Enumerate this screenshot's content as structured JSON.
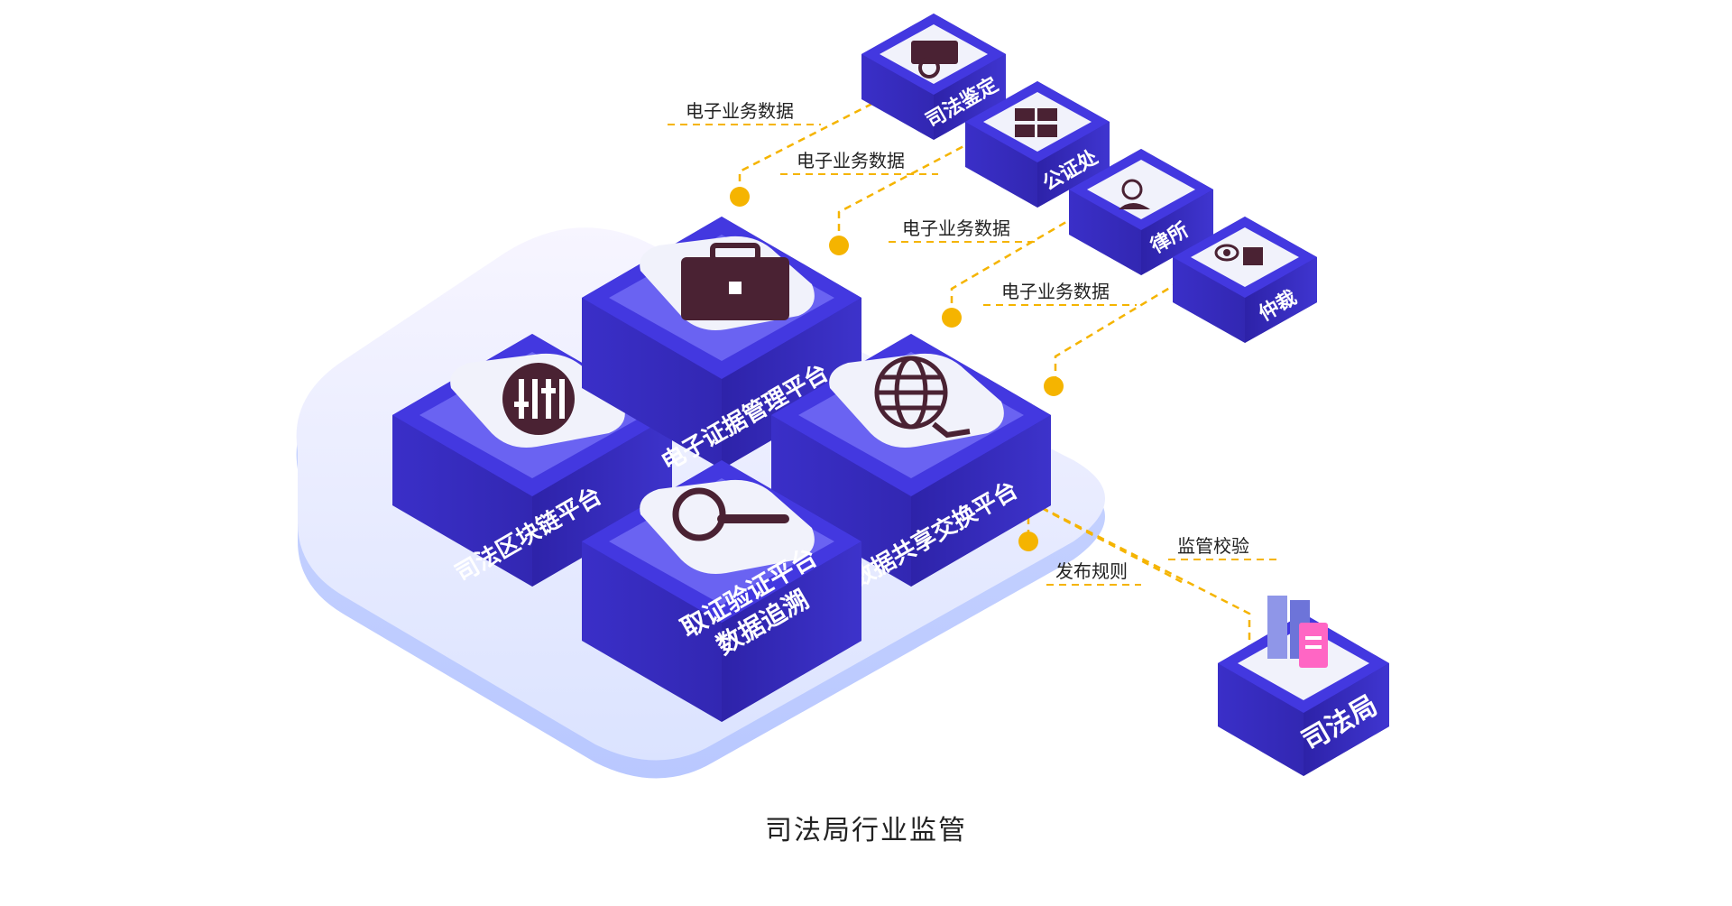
{
  "diagram": {
    "caption": "司法局行业监管",
    "platforms": {
      "blockchain": "司法区块链平台",
      "evidence_mgmt": "电子证据管理平台",
      "forensics_line1": "取证验证平台",
      "forensics_line2": "数据追溯",
      "exchange": "数据共享交换平台"
    },
    "institutions": {
      "appraisal": "司法鉴定",
      "notary": "公证处",
      "law_firm": "律所",
      "arbitration": "仲裁",
      "justice_bureau": "司法局"
    },
    "links": {
      "edata_1": "电子业务数据",
      "edata_2": "电子业务数据",
      "edata_3": "电子业务数据",
      "edata_4": "电子业务数据",
      "publish_rules": "发布规则",
      "supervise_verify": "监管校验"
    },
    "colors": {
      "block_top": "#4338e0",
      "block_side": "#2a1f9c",
      "block_inner": "#6a63f2",
      "tile": "#eef0fb",
      "icon_dark": "#4a2233",
      "connector": "#f5b400",
      "base": "#eef1ff"
    },
    "icons": [
      "slider-icon",
      "briefcase-icon",
      "magnifier-icon",
      "globe-icon",
      "printer-icon",
      "calculator-icon",
      "person-icon",
      "eye-box-icon",
      "books-icon"
    ]
  }
}
